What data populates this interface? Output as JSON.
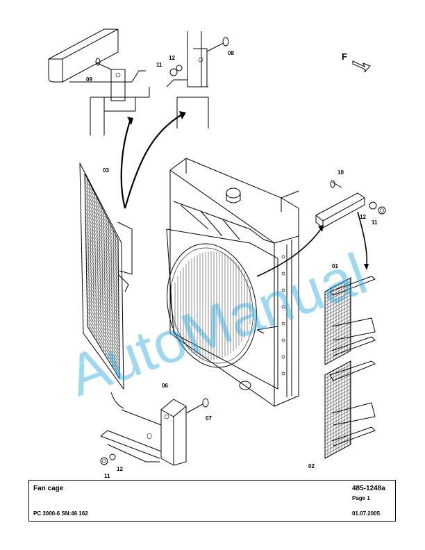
{
  "drawing": {
    "callouts": {
      "c01": "01",
      "c02": "02",
      "c03": "03",
      "c06": "06",
      "c07": "07",
      "c08": "08",
      "c09": "09",
      "c10": "10",
      "c11a": "11",
      "c11b": "11",
      "c11c": "11",
      "c12a": "12",
      "c12b": "12",
      "c12c": "12"
    },
    "direction_marker": "F",
    "watermark": "AutoManual",
    "colors": {
      "line": "#000000",
      "watermark": "#29a9e0"
    }
  },
  "title_block": {
    "title": "Fan cage",
    "drawing_number": "485-1248a",
    "page": "Page 1",
    "model": "PC 3000-6 SN:46 162",
    "date": "01.07.2005"
  }
}
